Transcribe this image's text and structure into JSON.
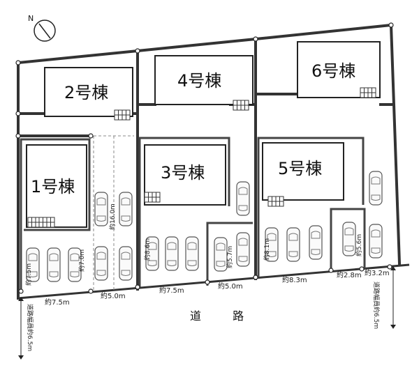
{
  "buildings": [
    {
      "id": "b1",
      "label": "1号棟"
    },
    {
      "id": "b2",
      "label": "2号棟"
    },
    {
      "id": "b3",
      "label": "3号棟"
    },
    {
      "id": "b4",
      "label": "4号棟"
    },
    {
      "id": "b5",
      "label": "5号棟"
    },
    {
      "id": "b6",
      "label": "6号棟"
    }
  ],
  "compass": {
    "north_label": "N"
  },
  "road": {
    "label": "道 路"
  },
  "road_width": {
    "left": "道路幅員約6.5m",
    "right": "道路幅員約6.5m"
  },
  "frontages": {
    "lot1": "約7.5m",
    "lot2": "約5.0m",
    "lot3": "約7.5m",
    "lot4": "約5.0m",
    "lot5": "約8.3m",
    "lot6a": "約2.8m",
    "lot6b": "約3.2m"
  },
  "depths": {
    "lot1a": "約7.5m",
    "lot1b": "約7.0m",
    "lot2": "約16.0m",
    "lot3": "約8.6m",
    "lot4": "約5.7m",
    "lot5": "約8.1m",
    "lot6": "約5.6m"
  }
}
